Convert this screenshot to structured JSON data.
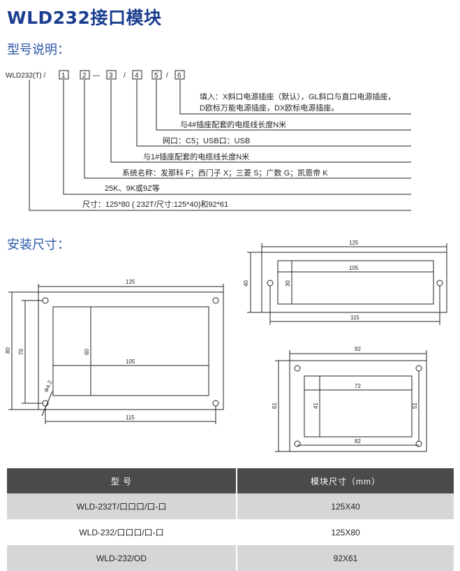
{
  "page_title": "WLD232接口模块",
  "model_section": {
    "heading": "型号说明：",
    "prefix": "WLD232(T) /",
    "boxes": [
      "1",
      "2",
      "3",
      "4",
      "5",
      "6"
    ],
    "separators": [
      "—",
      "/",
      "/"
    ],
    "descriptions": {
      "d6_line1": "填入：X斜口电源插座（默认），GL斜口与直口电源插座，",
      "d6_line2": "D欧标万能电源插座，DX欧标电源插座。",
      "d5": "与4#插座配套的电缆线长度N米",
      "d4": "网口：C5；USB口：USB",
      "d3": "与1#插座配套的电缆线长度N米",
      "d2": "系统名称：发那科 F；西门子 X；三菱 S；广数 G；凯恩帝 K",
      "d1": "25K、9K或9Z等",
      "d0": "尺寸：125*80 ( 232T/尺寸:125*40)和92*61"
    }
  },
  "install_section": {
    "heading": "安装尺寸：",
    "drawing_large": {
      "w_outer": "125",
      "h_outer": "80",
      "h_holes": "70",
      "h_cut": "60",
      "w_cut": "105",
      "w_holes": "115",
      "hole": "Φ4.2"
    },
    "drawing_small": {
      "w_outer": "125",
      "h_outer": "40",
      "h_cut": "30",
      "w_cut": "105",
      "w_holes": "115"
    },
    "drawing_od": {
      "w_outer": "92",
      "h_outer": "61",
      "w_cut": "72",
      "h_cut": "41",
      "h_holes": "51",
      "w_holes": "82"
    }
  },
  "spec_table": {
    "headers": [
      "型 号",
      "模块尺寸（mm）"
    ],
    "rows": [
      [
        "WLD-232T/口口口/口-口",
        "125X40"
      ],
      [
        "WLD-232/口口口/口-口",
        "125X80"
      ],
      [
        "WLD-232/OD",
        "92X61"
      ]
    ]
  }
}
